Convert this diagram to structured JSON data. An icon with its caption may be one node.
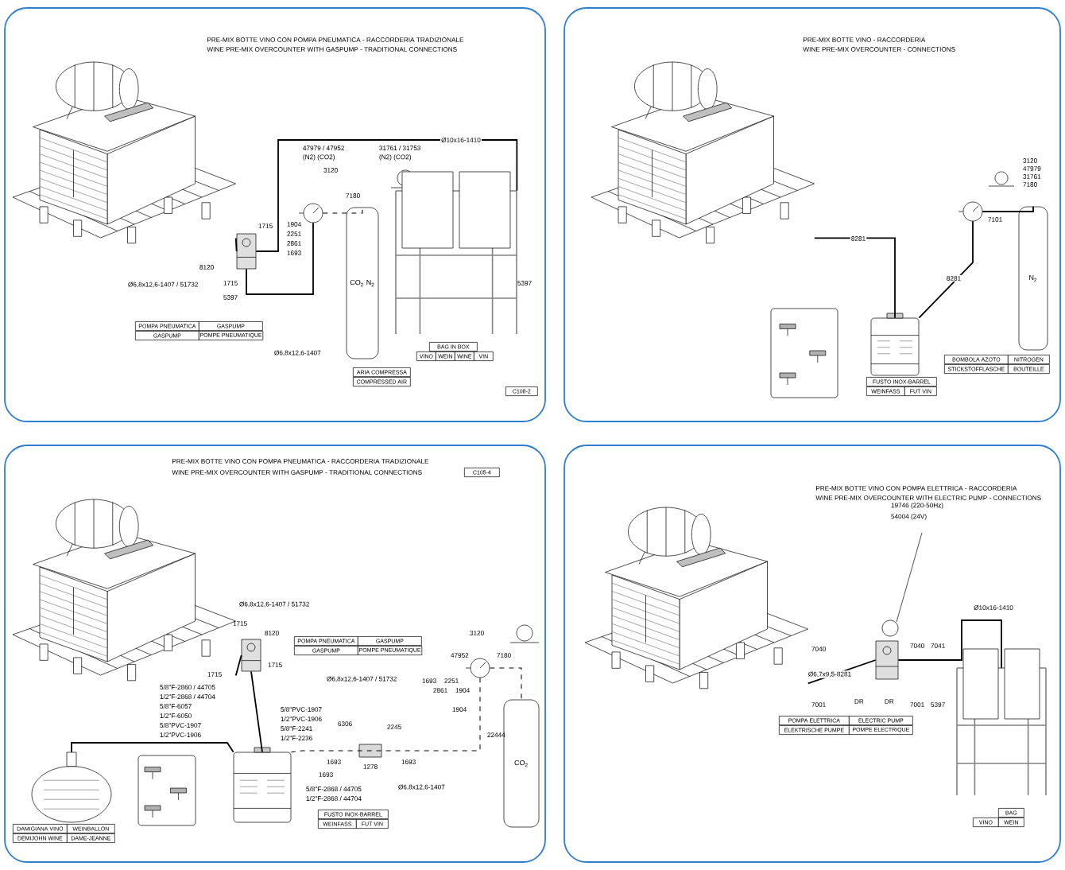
{
  "diagram": {
    "nodes": [
      {
        "text": [
          "PRE-MIX BOTTE VINO CON POMPA PNEUMATICA - RACCORDERIA TRADIZIONALE",
          "WINE PRE-MIX OVERCOUNTER WITH GASPUMP - TRADITIONAL CONNECTIONS"
        ]
      },
      {
        "text": [],
        "shape": "picture",
        "in": 0
      },
      {
        "text": [],
        "shape": "picture",
        "in": 0
      },
      {
        "text": [],
        "shape": "picture",
        "in": 0
      },
      {
        "text": [
          "CO$_{2}$ N$_{2}$"
        ],
        "in": 0
      },
      {
        "text": [],
        "shape": "picture",
        "in": 0
      },
      {
        "text": [
          "PRE-MIX BOTTE VINO - RACCORDERIA",
          "WINE PRE-MIX OVERCOUNTER - CONNECTIONS"
        ]
      },
      {
        "text": [],
        "shape": "picture",
        "in": 6
      },
      {
        "text": [],
        "shape": "picture",
        "in": 6
      },
      {
        "text": [],
        "shape": "picture",
        "in": 6
      },
      {
        "text": [
          "N$_{2}$"
        ],
        "in": 6
      },
      {
        "text": [],
        "shape": "box",
        "in": 6
      },
      {
        "text": [
          "PRE-MIX BOTTE VINO CON POMPA PNEUMATICA - RACCORDERIA TRADIZIONALE",
          "WINE PRE-MIX OVERCOUNTER WITH GASPUMP - TRADITIONAL CONNECTIONS"
        ]
      },
      {
        "text": [],
        "shape": "picture",
        "in": 12
      },
      {
        "text": [],
        "shape": "picture",
        "in": 12
      },
      {
        "text": [],
        "shape": "picture",
        "in": 12
      },
      {
        "text": [],
        "shape": "picture",
        "in": 12
      },
      {
        "text": [],
        "shape": "box",
        "in": 12
      },
      {
        "text": [],
        "shape": "picture",
        "in": 12
      },
      {
        "text": [
          "CO$_{2}$"
        ],
        "in": 12
      },
      {
        "text": [
          "PRE-MIX BOTTE VINO CON POMPA ELETTRICA - RACCORDERIA",
          "WINE PRE-MIX OVERCOUNTER WITH ELECTRIC PUMP - CONNECTIONS"
        ]
      },
      {
        "text": [],
        "shape": "picture",
        "in": 20
      },
      {
        "text": [],
        "shape": "picture",
        "in": 20
      },
      {
        "text": [],
        "shape": "picture",
        "in": 20
      }
    ],
    "edges": [
      {
        "from": 1,
        "to": 2,
        "arrow": "none"
      },
      {
        "from": 2,
        "to": 3,
        "arrow": "none"
      },
      {
        "from": 3,
        "to": 4,
        "arrow": "none",
        "style": "dashed"
      },
      {
        "from": 2,
        "to": 5,
        "arrow": "none",
        "label": "Ø10x16-1410"
      },
      {
        "from": 7,
        "to": 8,
        "arrow": "none",
        "label": "8281"
      },
      {
        "from": 9,
        "to": 8,
        "arrow": "none",
        "label": "8281"
      },
      {
        "from": 9,
        "to": 10,
        "arrow": "none"
      },
      {
        "from": 13,
        "to": 14,
        "arrow": "none"
      },
      {
        "from": 14,
        "to": 15,
        "arrow": "none"
      },
      {
        "from": 16,
        "to": 15,
        "arrow": "none"
      },
      {
        "from": 18,
        "to": 15,
        "arrow": "none",
        "style": "dashed"
      },
      {
        "from": 18,
        "to": 19,
        "arrow": "none",
        "style": "dashed"
      },
      {
        "from": 21,
        "to": 22,
        "arrow": "none",
        "label": "Ø6,7x9,5-8281"
      },
      {
        "from": 22,
        "to": 23,
        "arrow": "none",
        "label": "Ø10x16-1410"
      }
    ],
    "labels": [
      "47979 / 47952",
      "(N2) (CO2)",
      "31761 / 31753",
      "(N2) (CO2)",
      "3120",
      "7180",
      "1904",
      "2251",
      "2861",
      "1693",
      "1715",
      "8120",
      "1715",
      "5397",
      "Ø6,8x12,6-1407 / 51732",
      "POMPA PNEUMATICA",
      "GASPUMP",
      "GASPUMP",
      "POMPE PNEUMATIQUE",
      "Ø6,8x12,6-1407",
      "5397",
      "ARIA COMPRESSA",
      "COMPRESSED AIR",
      "BAG IN BOX",
      "VINO",
      "WEIN",
      "WINE",
      "VIN",
      "C108-2",
      "7101",
      "3120",
      "47979",
      "31761",
      "7180",
      "FUSTO INOX-BARREL",
      "WEINFASS",
      "FUT VIN",
      "BOMBOLA AZOTO",
      "NITROGEN",
      "STICKSTOFFLASCHE",
      "BOUTEILLE",
      "C105-4",
      "Ø6,8x12,6-1407 / 51732",
      "1715",
      "8120",
      "POMPA PNEUMATICA",
      "GASPUMP",
      "GASPUMP",
      "POMPE PNEUMATIQUE",
      "1715",
      "1715",
      "Ø6,8x12,6-1407 / 51732",
      "5/8\"F-2860 / 44705",
      "1/2\"F-2868 / 44704",
      "5/8\"F-6057",
      "1/2\"F-6050",
      "5/8\"PVC-1907",
      "1/2\"PVC-1906",
      "5/8\"PVC-1907",
      "1/2\"PVC-1906",
      "5/8\"F-2241",
      "1/2\"F-2236",
      "6306",
      "2245",
      "1693",
      "1278",
      "1693",
      "1693",
      "5/8\"F-2868 / 44705",
      "1/2\"F-2868 / 44704",
      "Ø6,8x12,6-1407",
      "1693",
      "2861",
      "2251",
      "1904",
      "1904",
      "22444",
      "3120",
      "47952",
      "7180",
      "DAMIGIANA VINO",
      "WEINBALLON",
      "DEMIJOHN WINE",
      "DAME-JEANNE",
      "FUSTO INOX-BARREL",
      "WEINFASS",
      "FUT VIN",
      "19746 (220-50Hz)",
      "54004 (24V)",
      "7040",
      "7001",
      "DR",
      "DR",
      "7040",
      "7041",
      "7001",
      "5397",
      "POMPA ELETTRICA",
      "ELECTRIC PUMP",
      "ELEKTRISCHE PUMPE",
      "POMPE ELECTRIQUE",
      "BAG",
      "VINO",
      "WEIN"
    ]
  }
}
